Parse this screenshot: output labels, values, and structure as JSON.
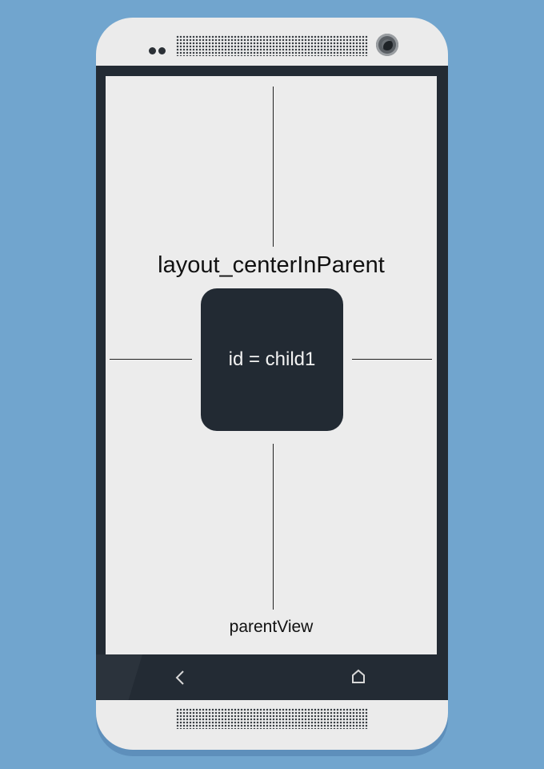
{
  "diagram": {
    "attribute_label": "layout_centerInParent",
    "child_label": "id = child1",
    "parent_label": "parentView"
  },
  "device": {
    "nav_buttons": [
      {
        "name": "back",
        "icon": "back-chevron-icon"
      },
      {
        "name": "home",
        "icon": "home-icon"
      }
    ]
  },
  "colors": {
    "background": "#71a5ce",
    "phone_body": "#ebebeb",
    "screen_bezel": "#232b34",
    "screen": "#ececec",
    "child_box": "#222a33",
    "child_text": "#f2f2f2"
  }
}
